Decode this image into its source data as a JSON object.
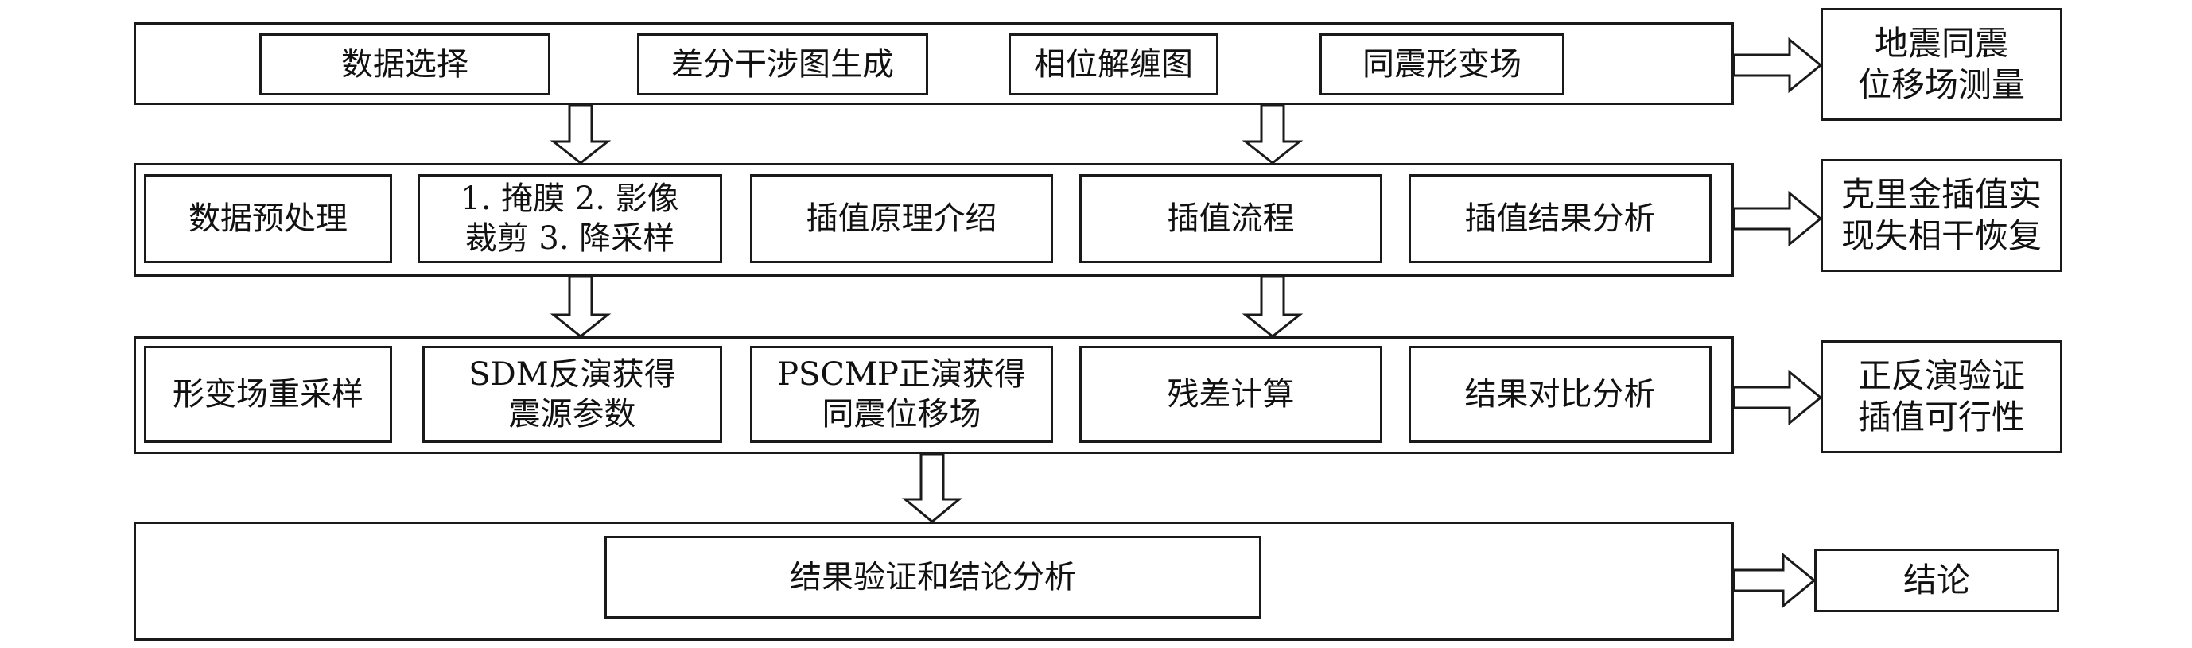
{
  "row1": {
    "items": [
      "数据选择",
      "差分干涉图生成",
      "相位解缠图",
      "同震形变场"
    ],
    "output": "地震同震\n位移场测量"
  },
  "row2": {
    "items": [
      "数据预处理",
      "1. 掩膜 2. 影像\n裁剪 3. 降采样",
      "插值原理介绍",
      "插值流程",
      "插值结果分析"
    ],
    "output": "克里金插值实\n现失相干恢复"
  },
  "row3": {
    "items": [
      "形变场重采样",
      "SDM反演获得\n震源参数",
      "PSCMP正演获得\n同震位移场",
      "残差计算",
      "结果对比分析"
    ],
    "output": "正反演验证\n插值可行性"
  },
  "row4": {
    "items": [
      "结果验证和结论分析"
    ],
    "output": "结论"
  }
}
